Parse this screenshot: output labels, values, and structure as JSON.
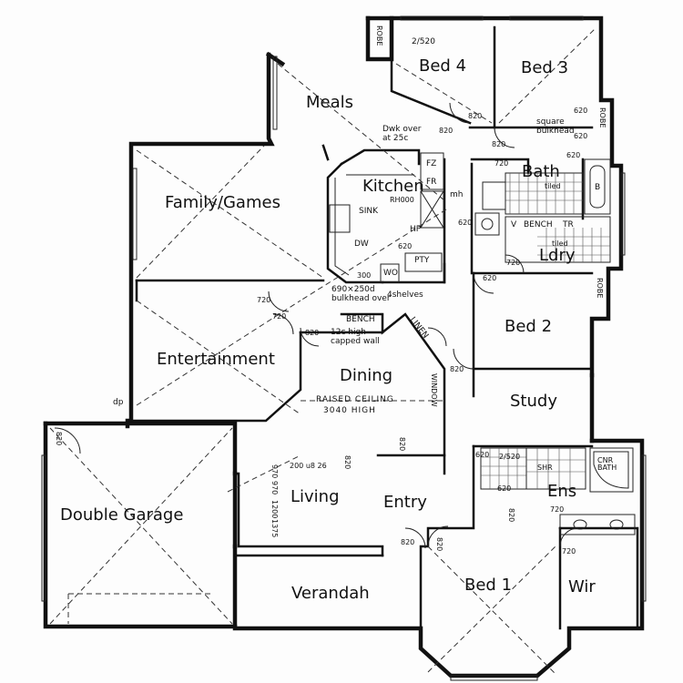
{
  "rooms": {
    "bed4": "Bed 4",
    "bed3": "Bed 3",
    "meals": "Meals",
    "kitchen": "Kitchen",
    "family_games": "Family/Games",
    "bath": "Bath",
    "ldry": "Ldry",
    "bed2": "Bed 2",
    "study": "Study",
    "entertainment": "Entertainment",
    "dining": "Dining",
    "double_garage": "Double Garage",
    "living": "Living",
    "entry": "Entry",
    "ens": "Ens",
    "verandah": "Verandah",
    "bed1": "Bed 1",
    "wir": "Wir"
  },
  "fixtures": {
    "robe_bed4": "ROBE",
    "robe_bed3": "ROBE",
    "robe_bed2": "ROBE",
    "sink": "SINK",
    "dw": "DW",
    "hp": "HP",
    "pty": "PTY",
    "wo": "WO",
    "rh": "RH000",
    "fz": "FZ",
    "fr": "FR",
    "mh": "mh",
    "bench_laundry": "BENCH",
    "tr": "TR",
    "bench_kitchen": "BENCH",
    "linen": "LINEN",
    "window": "WINDOW",
    "b": "B",
    "cnr_bath": "CNR\nBATH",
    "v": "V",
    "shr": "SHR",
    "dp": "dp"
  },
  "notes": {
    "bed4_dim": "2/520",
    "dwk_over": "Dwk over at 25c",
    "square_bulkhead": "square bulkhead",
    "tiled_bath": "tiled",
    "tiled_ldry": "tiled",
    "bulkhead": "690×250d bulkhead over",
    "shelves": "4shelves",
    "capped_wall": "12c high capped wall",
    "raised_ceiling_1": "RAISED CEILING",
    "raised_ceiling_2": "3040 HIGH",
    "living_dims": "200 u8 26",
    "ens_dims": "2/520"
  },
  "door_sizes": [
    "820",
    "820",
    "620",
    "620",
    "820",
    "620",
    "720",
    "620",
    "620",
    "720",
    "720",
    "720",
    "820",
    "620",
    "300",
    "820",
    "820",
    "820",
    "820",
    "620",
    "620",
    "720",
    "720",
    "820",
    "820",
    "820",
    "970",
    "970",
    "1375",
    "1200"
  ]
}
